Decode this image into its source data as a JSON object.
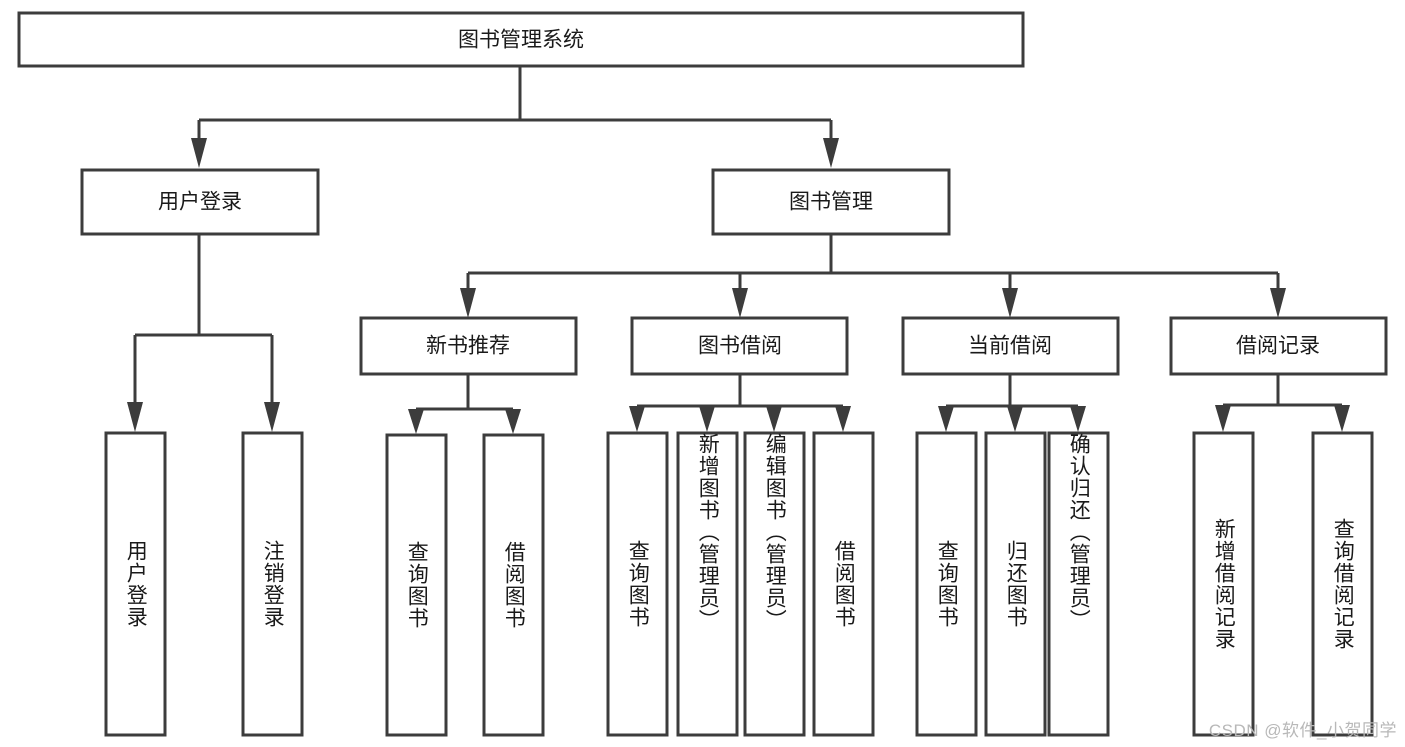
{
  "diagram": {
    "title": "图书管理系统",
    "type": "tree",
    "watermark": "CSDN @软件_小贺同学",
    "colors": {
      "background": "#ffffff",
      "box_stroke": "#3c3c3c",
      "box_fill": "#ffffff",
      "text": "#1a1a1a",
      "connector": "#3c3c3c",
      "watermark": "#b8b8b8"
    },
    "root": {
      "label": "图书管理系统"
    },
    "level2": [
      {
        "label": "用户登录"
      },
      {
        "label": "图书管理"
      }
    ],
    "level3": [
      {
        "label": "新书推荐"
      },
      {
        "label": "图书借阅"
      },
      {
        "label": "当前借阅"
      },
      {
        "label": "借阅记录"
      }
    ],
    "leaves": {
      "user_login": [
        {
          "label": "用户登录"
        },
        {
          "label": "注销登录"
        }
      ],
      "new_book_recommend": [
        {
          "label": "查询图书"
        },
        {
          "label": "借阅图书"
        }
      ],
      "book_borrow": [
        {
          "label": "查询图书"
        },
        {
          "label": "新增图书（管理员）"
        },
        {
          "label": "编辑图书（管理员）"
        },
        {
          "label": "借阅图书"
        }
      ],
      "current_borrow": [
        {
          "label": "查询图书"
        },
        {
          "label": "归还图书"
        },
        {
          "label": "确认归还（管理员）"
        }
      ],
      "borrow_record": [
        {
          "label": "新增借阅记录"
        },
        {
          "label": "查询借阅记录"
        }
      ]
    }
  }
}
